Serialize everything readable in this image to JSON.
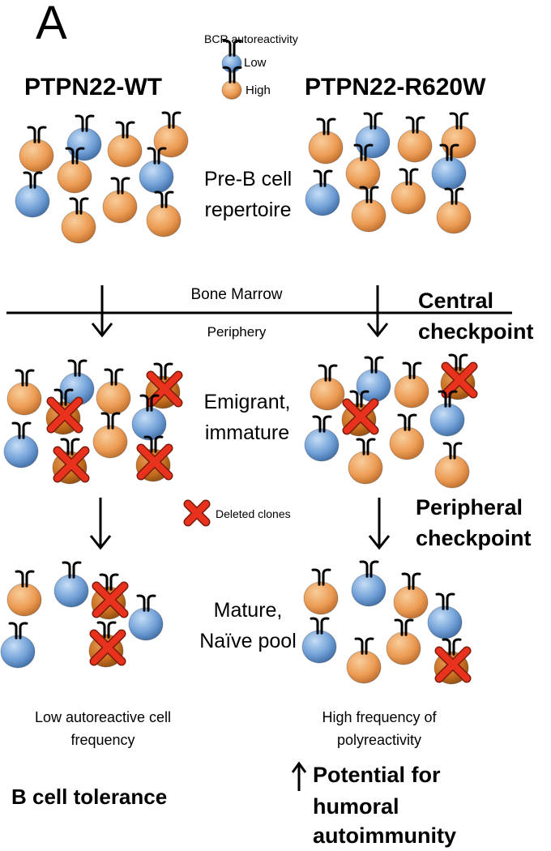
{
  "panel_label": "A",
  "legend": {
    "title": "BCR autoreactivity",
    "low": "Low",
    "high": "High",
    "deleted": "Deleted clones"
  },
  "columns": {
    "left_title": "PTPN22-WT",
    "right_title": "PTPN22-R620W"
  },
  "stages": {
    "pre_b": [
      "Pre-B cell",
      "repertoire"
    ],
    "emigrant": [
      "Emigrant,",
      "immature"
    ],
    "mature": [
      "Mature,",
      "Naïve pool"
    ]
  },
  "boundary": {
    "upper": "Bone Marrow",
    "lower": "Periphery"
  },
  "checkpoints": {
    "central": [
      "Central",
      "checkpoint"
    ],
    "peripheral": [
      "Peripheral",
      "checkpoint"
    ]
  },
  "outcomes": {
    "left": [
      "Low autoreactive cell",
      "frequency"
    ],
    "right": [
      "High frequency of",
      "polyreactivity"
    ],
    "left_conclusion": "B cell tolerance",
    "right_conclusion": [
      "Potential for",
      "humoral",
      "autoimmunity"
    ]
  },
  "colors": {
    "low_cell": "#6f9fd6",
    "high_cell": "#ec9b53",
    "deleted_mark": "#e8321d"
  },
  "cells": {
    "pre_b_left": [
      "high",
      "low",
      "high",
      "high",
      "high",
      "low",
      "low",
      "high",
      "high",
      "high"
    ],
    "pre_b_right": [
      "high",
      "low",
      "high",
      "high",
      "high",
      "low",
      "low",
      "high",
      "high",
      "high"
    ],
    "emigrant_left": [
      "high",
      "low",
      "high",
      "high-deleted",
      "high-deleted",
      "low",
      "low",
      "high-deleted",
      "high",
      "high-deleted"
    ],
    "emigrant_right": [
      "high",
      "low",
      "high",
      "high-deleted",
      "high-deleted",
      "low",
      "low",
      "high",
      "high",
      "high"
    ],
    "mature_left": [
      "high",
      "low",
      "high-deleted",
      "low",
      "low",
      "high-deleted"
    ],
    "mature_right": [
      "high",
      "low",
      "high",
      "low",
      "low",
      "high",
      "high",
      "high-deleted"
    ]
  }
}
